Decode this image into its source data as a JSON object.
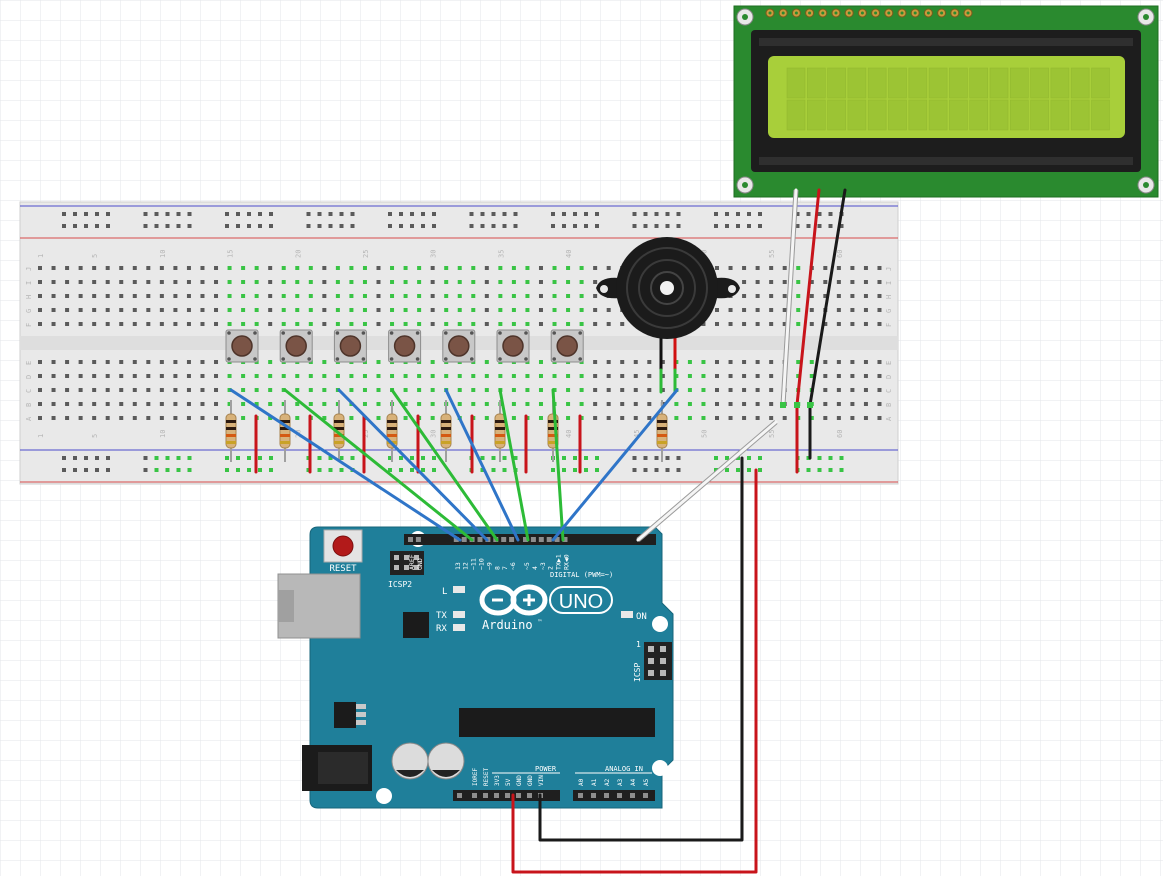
{
  "breadboard": {
    "column_numbers": [
      "1",
      "5",
      "10",
      "15",
      "20",
      "25",
      "30",
      "35",
      "40",
      "45",
      "50",
      "55",
      "60"
    ],
    "row_letters_top": [
      "J",
      "I",
      "H",
      "G",
      "F"
    ],
    "row_letters_bottom": [
      "E",
      "D",
      "C",
      "B",
      "A"
    ],
    "pushbutton_count": 7,
    "resistor_count": 8
  },
  "lcd": {
    "header_pin_count": 16
  },
  "arduino": {
    "logo_text": "Arduino",
    "logo_tm": "™",
    "model": "UNO",
    "reset_label": "RESET",
    "icsp2_label": "ICSP2",
    "icsp_label": "ICSP",
    "icsp_pin1": "1",
    "l_label": "L",
    "tx_label": "TX",
    "rx_label": "RX",
    "on_label": "ON",
    "digital_label": "DIGITAL (PWM=~)",
    "digital_pins": [
      "AREF",
      "GND",
      "13",
      "12",
      "~11",
      "~10",
      "~9",
      "8",
      "7",
      "~6",
      "~5",
      "4",
      "~3",
      "2",
      "TX▶1",
      "RX◀0"
    ],
    "power_label": "POWER",
    "power_pins": [
      "IOREF",
      "RESET",
      "3V3",
      "5V",
      "GND",
      "GND",
      "VIN"
    ],
    "analog_label": "ANALOG IN",
    "analog_pins": [
      "A0",
      "A1",
      "A2",
      "A3",
      "A4",
      "A5"
    ]
  },
  "colors": {
    "board_teal": "#1f7f9a",
    "breadboard_body": "#e9e9e9",
    "lcd_pcb": "#2a8a2f",
    "lcd_screen": "#a8cf3a",
    "wire_blue": "#2f75c8",
    "wire_green": "#2dbb37",
    "wire_red": "#c8141b",
    "wire_black": "#1a1a1a",
    "wire_white": "#f5f5f5"
  }
}
